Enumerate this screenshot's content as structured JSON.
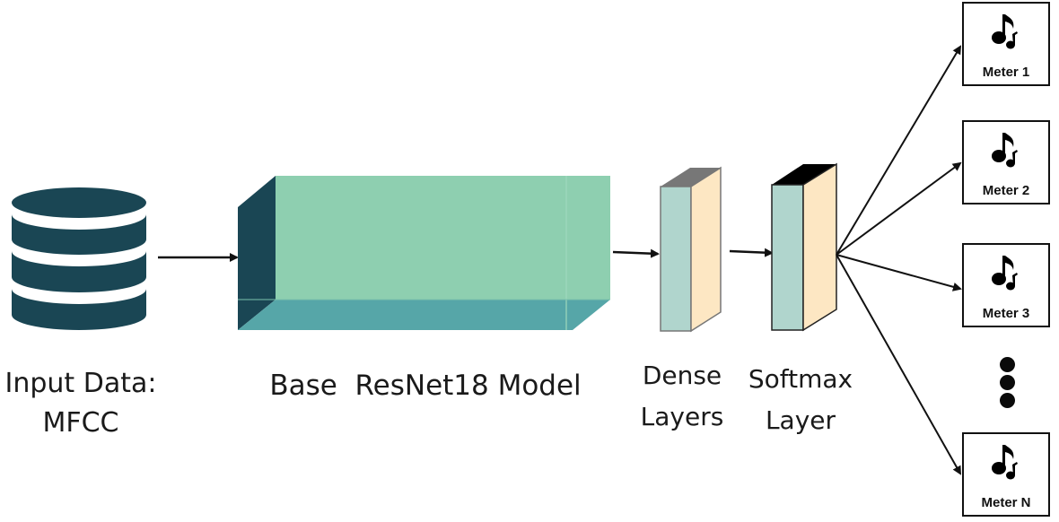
{
  "input": {
    "caption_line1": "Input Data:",
    "caption_line2": "MFCC",
    "icon": "database-icon",
    "color": "#1a4654"
  },
  "resnet": {
    "caption": "Base  ResNet18 Model",
    "front_color": "#8ecfb0",
    "side_color": "#1a4654",
    "bottom_color": "#56a6a8"
  },
  "dense": {
    "caption_line1": "Dense",
    "caption_line2": "Layers",
    "front_color": "#b0d5cd",
    "side_color": "#fde7c3",
    "top_color": "#777777"
  },
  "softmax": {
    "caption_line1": "Softmax",
    "caption_line2": "Layer",
    "front_color": "#b0d5cd",
    "side_color": "#fde7c3",
    "top_color": "#000000"
  },
  "outputs": [
    {
      "label": "Meter 1",
      "icon": "music-note-icon"
    },
    {
      "label": "Meter 2",
      "icon": "music-note-icon"
    },
    {
      "label": "Meter 3",
      "icon": "music-note-icon"
    },
    {
      "label": "Meter N",
      "icon": "music-note-icon"
    }
  ],
  "ellipsis_icon": "vertical-ellipsis-icon"
}
